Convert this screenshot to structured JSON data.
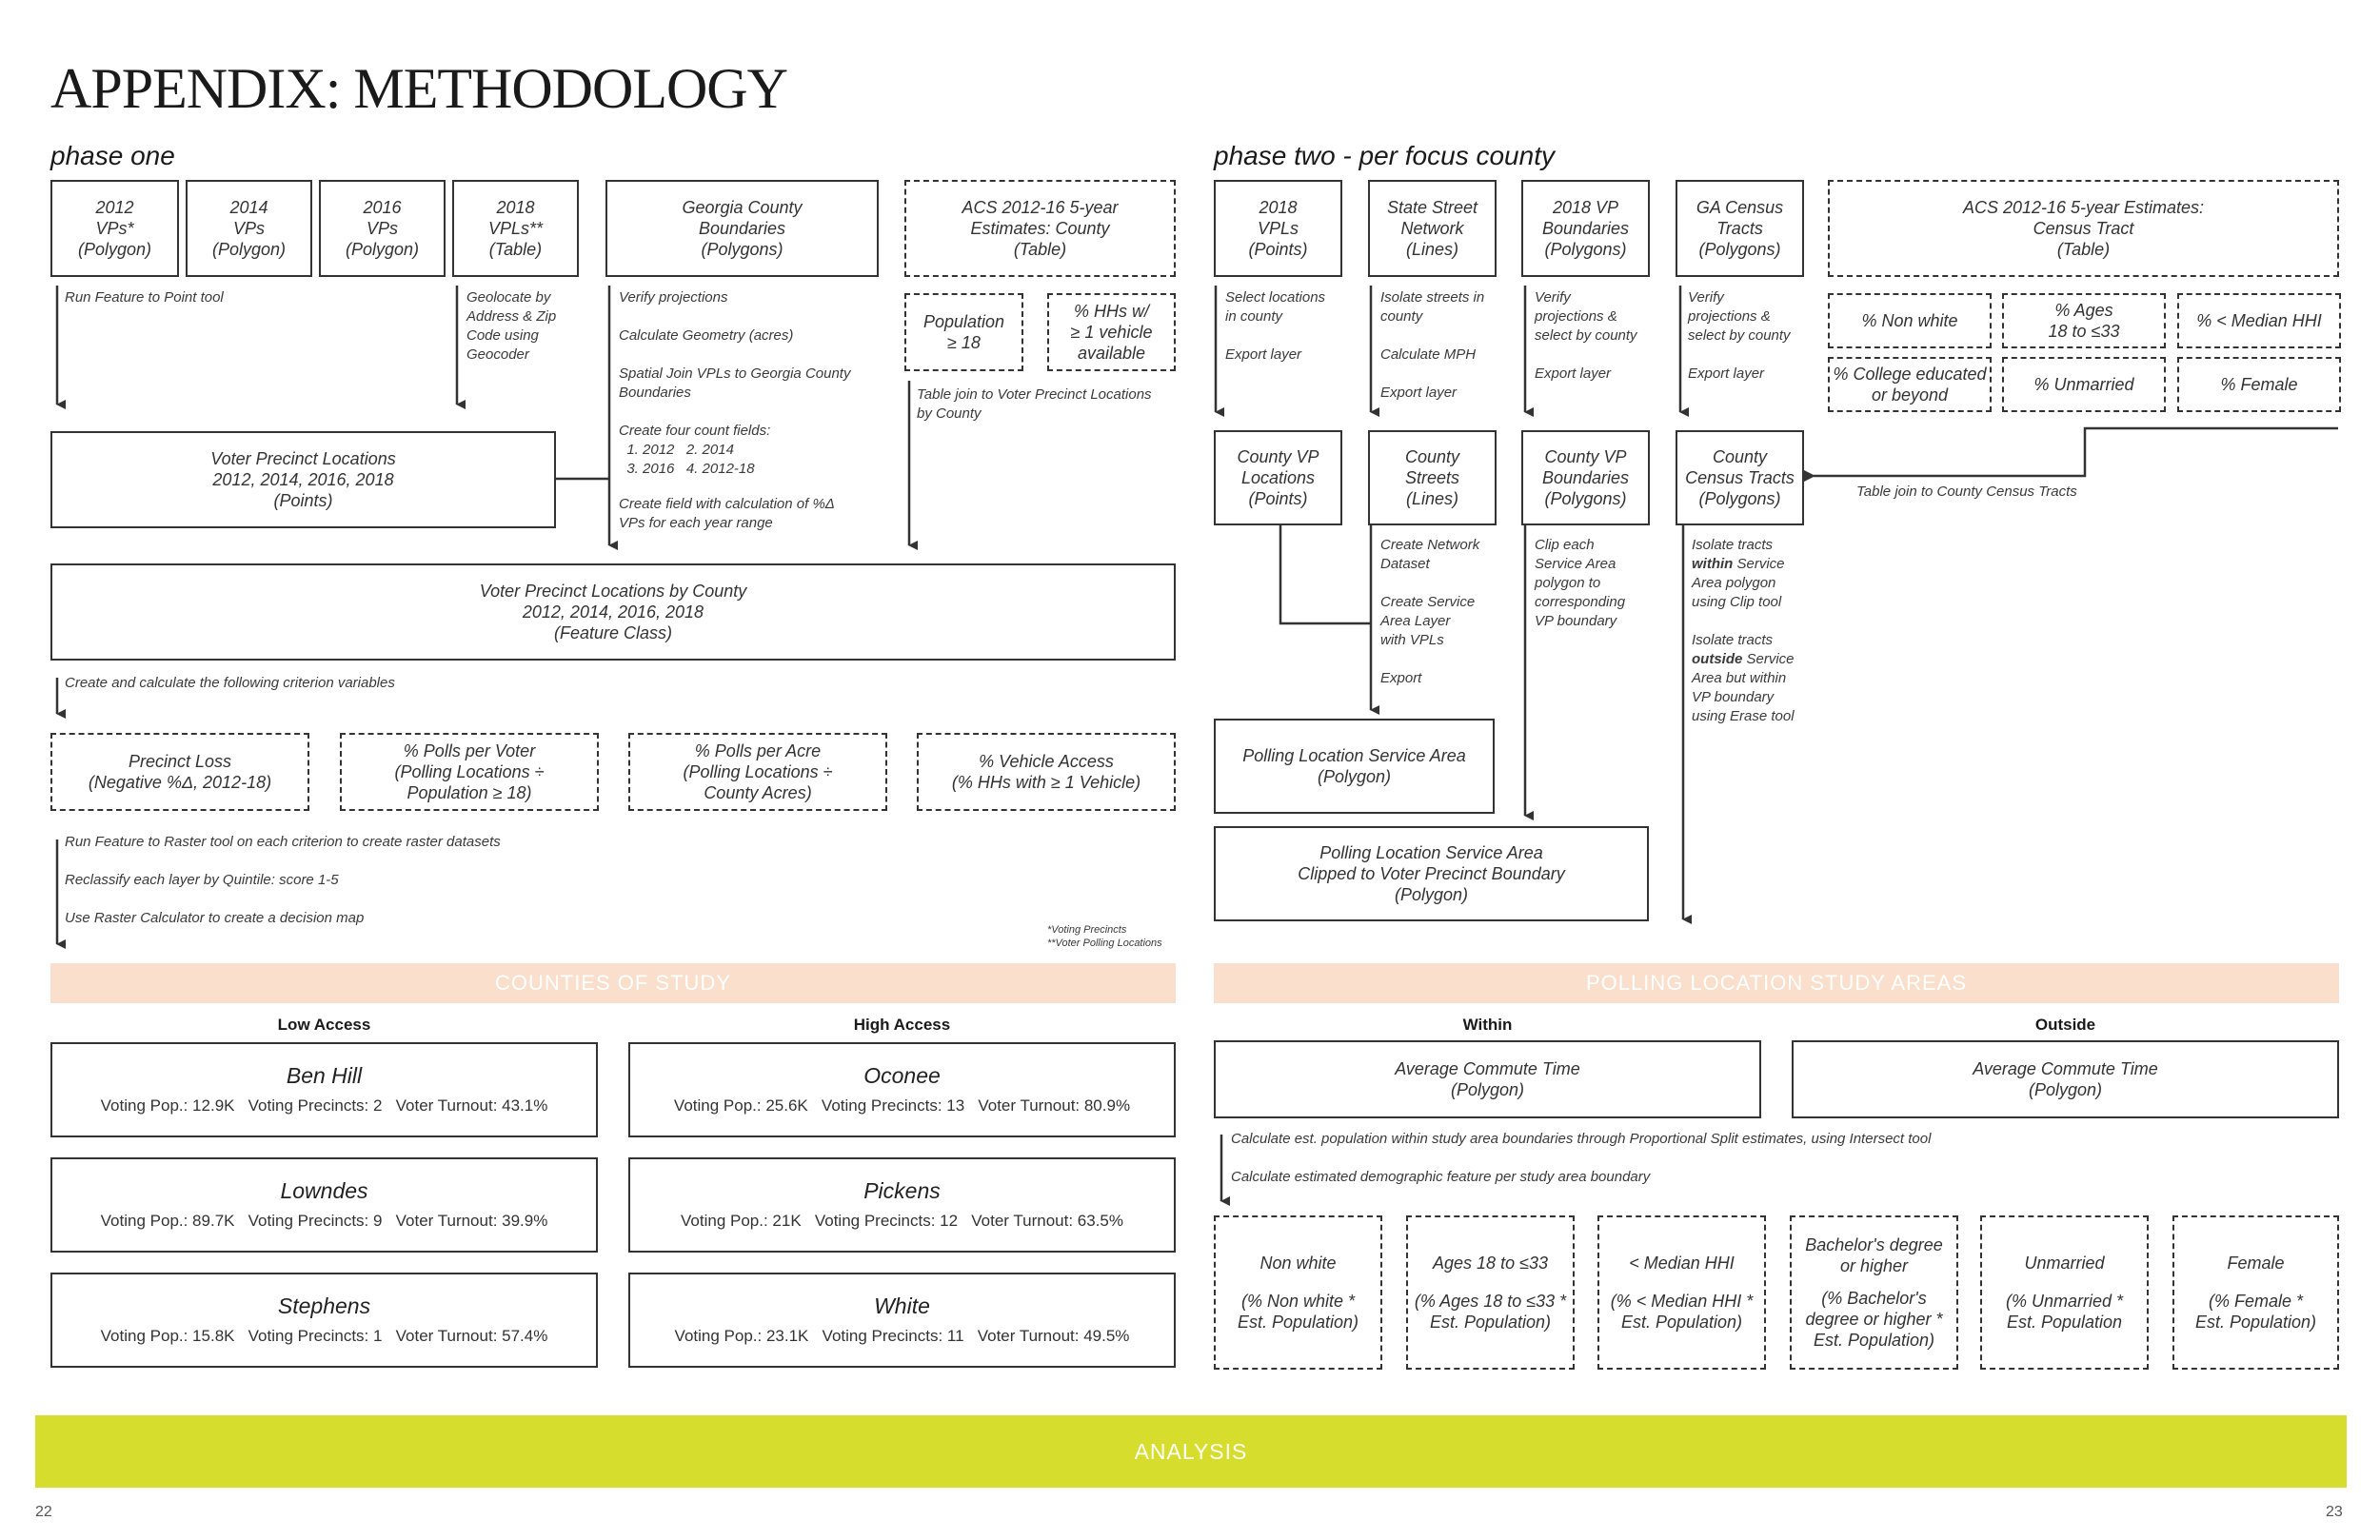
{
  "title": {
    "plain": "APPENDIX:",
    "highlight": "METHODOLOGY"
  },
  "phase_one": {
    "label": "phase one",
    "sources": [
      {
        "id": "vps2012",
        "text": "2012\nVPs*\n(Polygon)"
      },
      {
        "id": "vps2014",
        "text": "2014\nVPs\n(Polygon)"
      },
      {
        "id": "vps2016",
        "text": "2016\nVPs\n(Polygon)"
      },
      {
        "id": "vpls2018",
        "text": "2018\nVPLs**\n(Table)"
      },
      {
        "id": "gacounty",
        "text": "Georgia County\nBoundaries\n(Polygons)"
      },
      {
        "id": "acs",
        "text": "ACS 2012-16 5-year\nEstimates: County\n(Table)"
      },
      {
        "id": "pop18",
        "text": "Population\n≥ 18"
      },
      {
        "id": "hhveh",
        "text": "% HHs w/\n≥ 1 vehicle\navailable"
      }
    ],
    "notes": {
      "run_feature_point": "Run Feature to Point tool",
      "geocode": "Geolocate by\nAddress & Zip\nCode using\nGeocoder",
      "verify": "Verify projections",
      "calc_geom": "Calculate Geometry (acres)",
      "spatial_join": "Spatial Join VPLs to Georgia County\nBoundaries",
      "count_fields": "Create four count fields:\n  1. 2012   2. 2014\n  3. 2016   4. 2012-18",
      "pct_field": "Create field with calculation of %Δ\nVPs for each year range",
      "table_join": "Table join to Voter Precinct Locations\nby County",
      "criterion": "Create and calculate the following criterion variables",
      "raster1": "Run Feature to Raster tool on each criterion to create raster datasets",
      "raster2": "Reclassify each layer by Quintile: score 1-5",
      "raster3": "Use Raster Calculator to create a decision map",
      "footnote1": "*Voting Precincts",
      "footnote2": "**Voter Polling Locations"
    },
    "vpl": "Voter Precinct Locations\n2012, 2014, 2016, 2018\n(Points)",
    "vpl_county": "Voter Precinct Locations by County\n2012, 2014, 2016, 2018\n(Feature Class)",
    "criteria": [
      "Precinct Loss\n(Negative %Δ, 2012-18)",
      "% Polls per Voter\n(Polling Locations ÷\nPopulation ≥ 18)",
      "% Polls per Acre\n(Polling Locations ÷\nCounty Acres)",
      "% Vehicle Access\n(% HHs with ≥ 1 Vehicle)"
    ]
  },
  "phase_two": {
    "label": "phase two - per focus county",
    "sources": [
      {
        "id": "vpls2018b",
        "text": "2018\nVPLs\n(Points)"
      },
      {
        "id": "street",
        "text": "State Street\nNetwork\n(Lines)"
      },
      {
        "id": "vpbound",
        "text": "2018 VP\nBoundaries\n(Polygons)"
      },
      {
        "id": "tracts",
        "text": "GA Census\nTracts\n(Polygons)"
      },
      {
        "id": "acs_tract",
        "text": "ACS 2012-16 5-year Estimates:\nCensus Tract\n(Table)"
      }
    ],
    "acs_vars": [
      "% Non white",
      "% Ages\n18 to ≤33",
      "% <  Median HHI",
      "% College educated\nor beyond",
      "% Unmarried",
      "% Female"
    ],
    "notes": {
      "select_loc": "Select locations\nin county\n\nExport layer",
      "isolate_streets": "Isolate streets in\ncounty\n\nCalculate MPH\n\nExport layer",
      "verify_vp": "Verify\nprojections &\nselect by county\n\nExport layer",
      "verify_tract": "Verify\nprojections &\nselect by county\n\nExport layer",
      "table_join_tract": "Table join to County Census Tracts",
      "network": "Create Network\nDataset\n\nCreate Service\nArea Layer\nwith VPLs\n\nExport",
      "clip": "Clip each\nService Area\npolygon to\ncorresponding\nVP boundary",
      "isolate_within_pre": "Isolate tracts",
      "isolate_within_b": "within",
      "isolate_within_post": " Service\nArea polygon\nusing Clip tool",
      "isolate_outside_pre": "Isolate tracts",
      "isolate_outside_b": "outside",
      "isolate_outside_post": " Service\nArea but within\nVP boundary\nusing Erase tool",
      "prop_split": "Calculate est. population within study area boundaries through Proportional Split estimates, using Intersect tool",
      "demo_feature": "Calculate estimated demographic feature per study area boundary"
    },
    "county_layers": [
      "County VP\nLocations\n(Points)",
      "County\nStreets\n(Lines)",
      "County VP\nBoundaries\n(Polygons)",
      "County\nCensus Tracts\n(Polygons)"
    ],
    "service_area": "Polling Location Service Area\n(Polygon)",
    "service_clipped": "Polling Location Service Area\nClipped to Voter Precinct Boundary\n(Polygon)"
  },
  "counties": {
    "band": "COUNTIES OF STUDY",
    "low_label": "Low Access",
    "high_label": "High Access",
    "low": [
      {
        "name": "Ben Hill",
        "stats": "Voting Pop.: 12.9K   Voting Precincts: 2   Voter Turnout: 43.1%"
      },
      {
        "name": "Lowndes",
        "stats": "Voting Pop.: 89.7K   Voting Precincts: 9   Voter Turnout: 39.9%"
      },
      {
        "name": "Stephens",
        "stats": "Voting Pop.: 15.8K   Voting Precincts: 1   Voter Turnout: 57.4%"
      }
    ],
    "high": [
      {
        "name": "Oconee",
        "stats": "Voting Pop.: 25.6K   Voting Precincts: 13   Voter Turnout: 80.9%"
      },
      {
        "name": "Pickens",
        "stats": "Voting Pop.: 21K   Voting Precincts: 12   Voter Turnout: 63.5%"
      },
      {
        "name": "White",
        "stats": "Voting Pop.: 23.1K   Voting Precincts: 11   Voter Turnout: 49.5%"
      }
    ]
  },
  "study_areas": {
    "band": "POLLING LOCATION STUDY AREAS",
    "within_label": "Within",
    "outside_label": "Outside",
    "within_box": "Average Commute Time\n(Polygon)",
    "outside_box": "Average Commute Time\n(Polygon)",
    "demographics": [
      {
        "name": "Non white",
        "formula": "(% Non white *\nEst. Population)"
      },
      {
        "name": "Ages 18 to ≤33",
        "formula": "(% Ages 18 to ≤33 *\nEst. Population)"
      },
      {
        "name": "< Median HHI",
        "formula": "(% < Median HHI *\nEst. Population)"
      },
      {
        "name": "Bachelor's degree\nor higher",
        "formula": "(% Bachelor's\ndegree or higher *\nEst. Population)"
      },
      {
        "name": "Unmarried",
        "formula": "(% Unmarried *\nEst. Population"
      },
      {
        "name": "Female",
        "formula": "(% Female *\nEst. Population)"
      }
    ]
  },
  "footer": {
    "analysis": "ANALYSIS",
    "page_left": "22",
    "page_right": "23"
  }
}
